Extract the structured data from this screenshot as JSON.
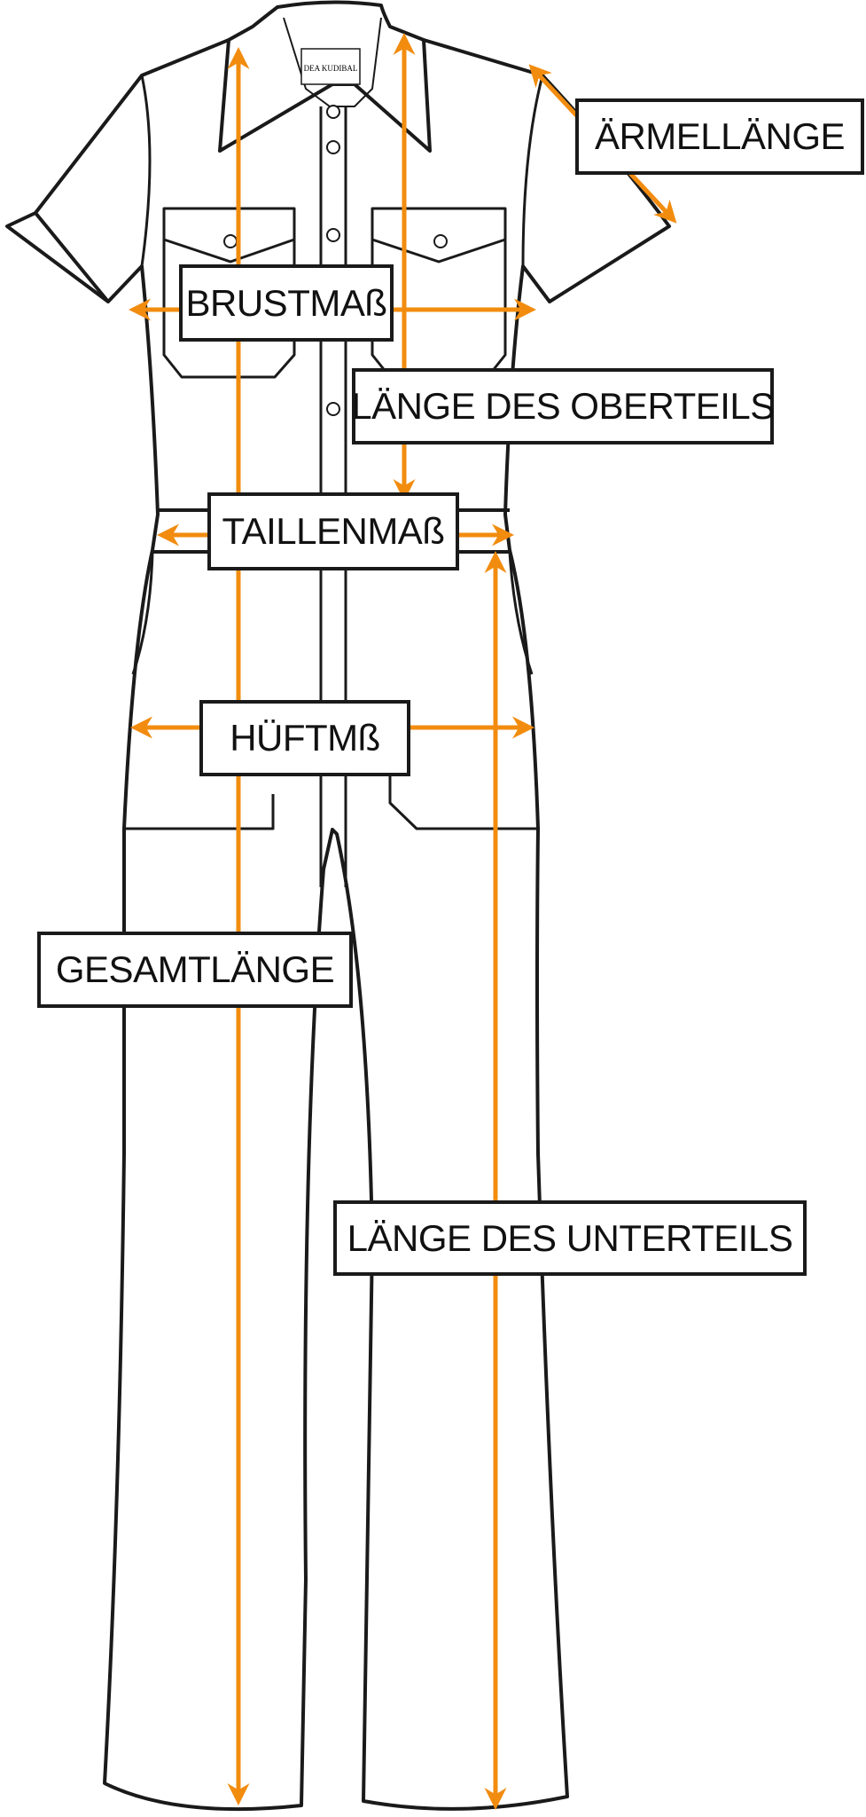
{
  "brand_tag": "DEA KUDIBAL",
  "accent_color": "#f28c0f",
  "labels": {
    "sleeve": "ÄRMELLÄNGE",
    "chest": "BRUSTMAß",
    "top_length": "LÄNGE DES OBERTEILS",
    "waist": "TAILLENMAß",
    "hip": "HÜFTMß",
    "total_length": "GESAMTLÄNGE",
    "bottom_length": "LÄNGE DES UNTERTEILS"
  }
}
